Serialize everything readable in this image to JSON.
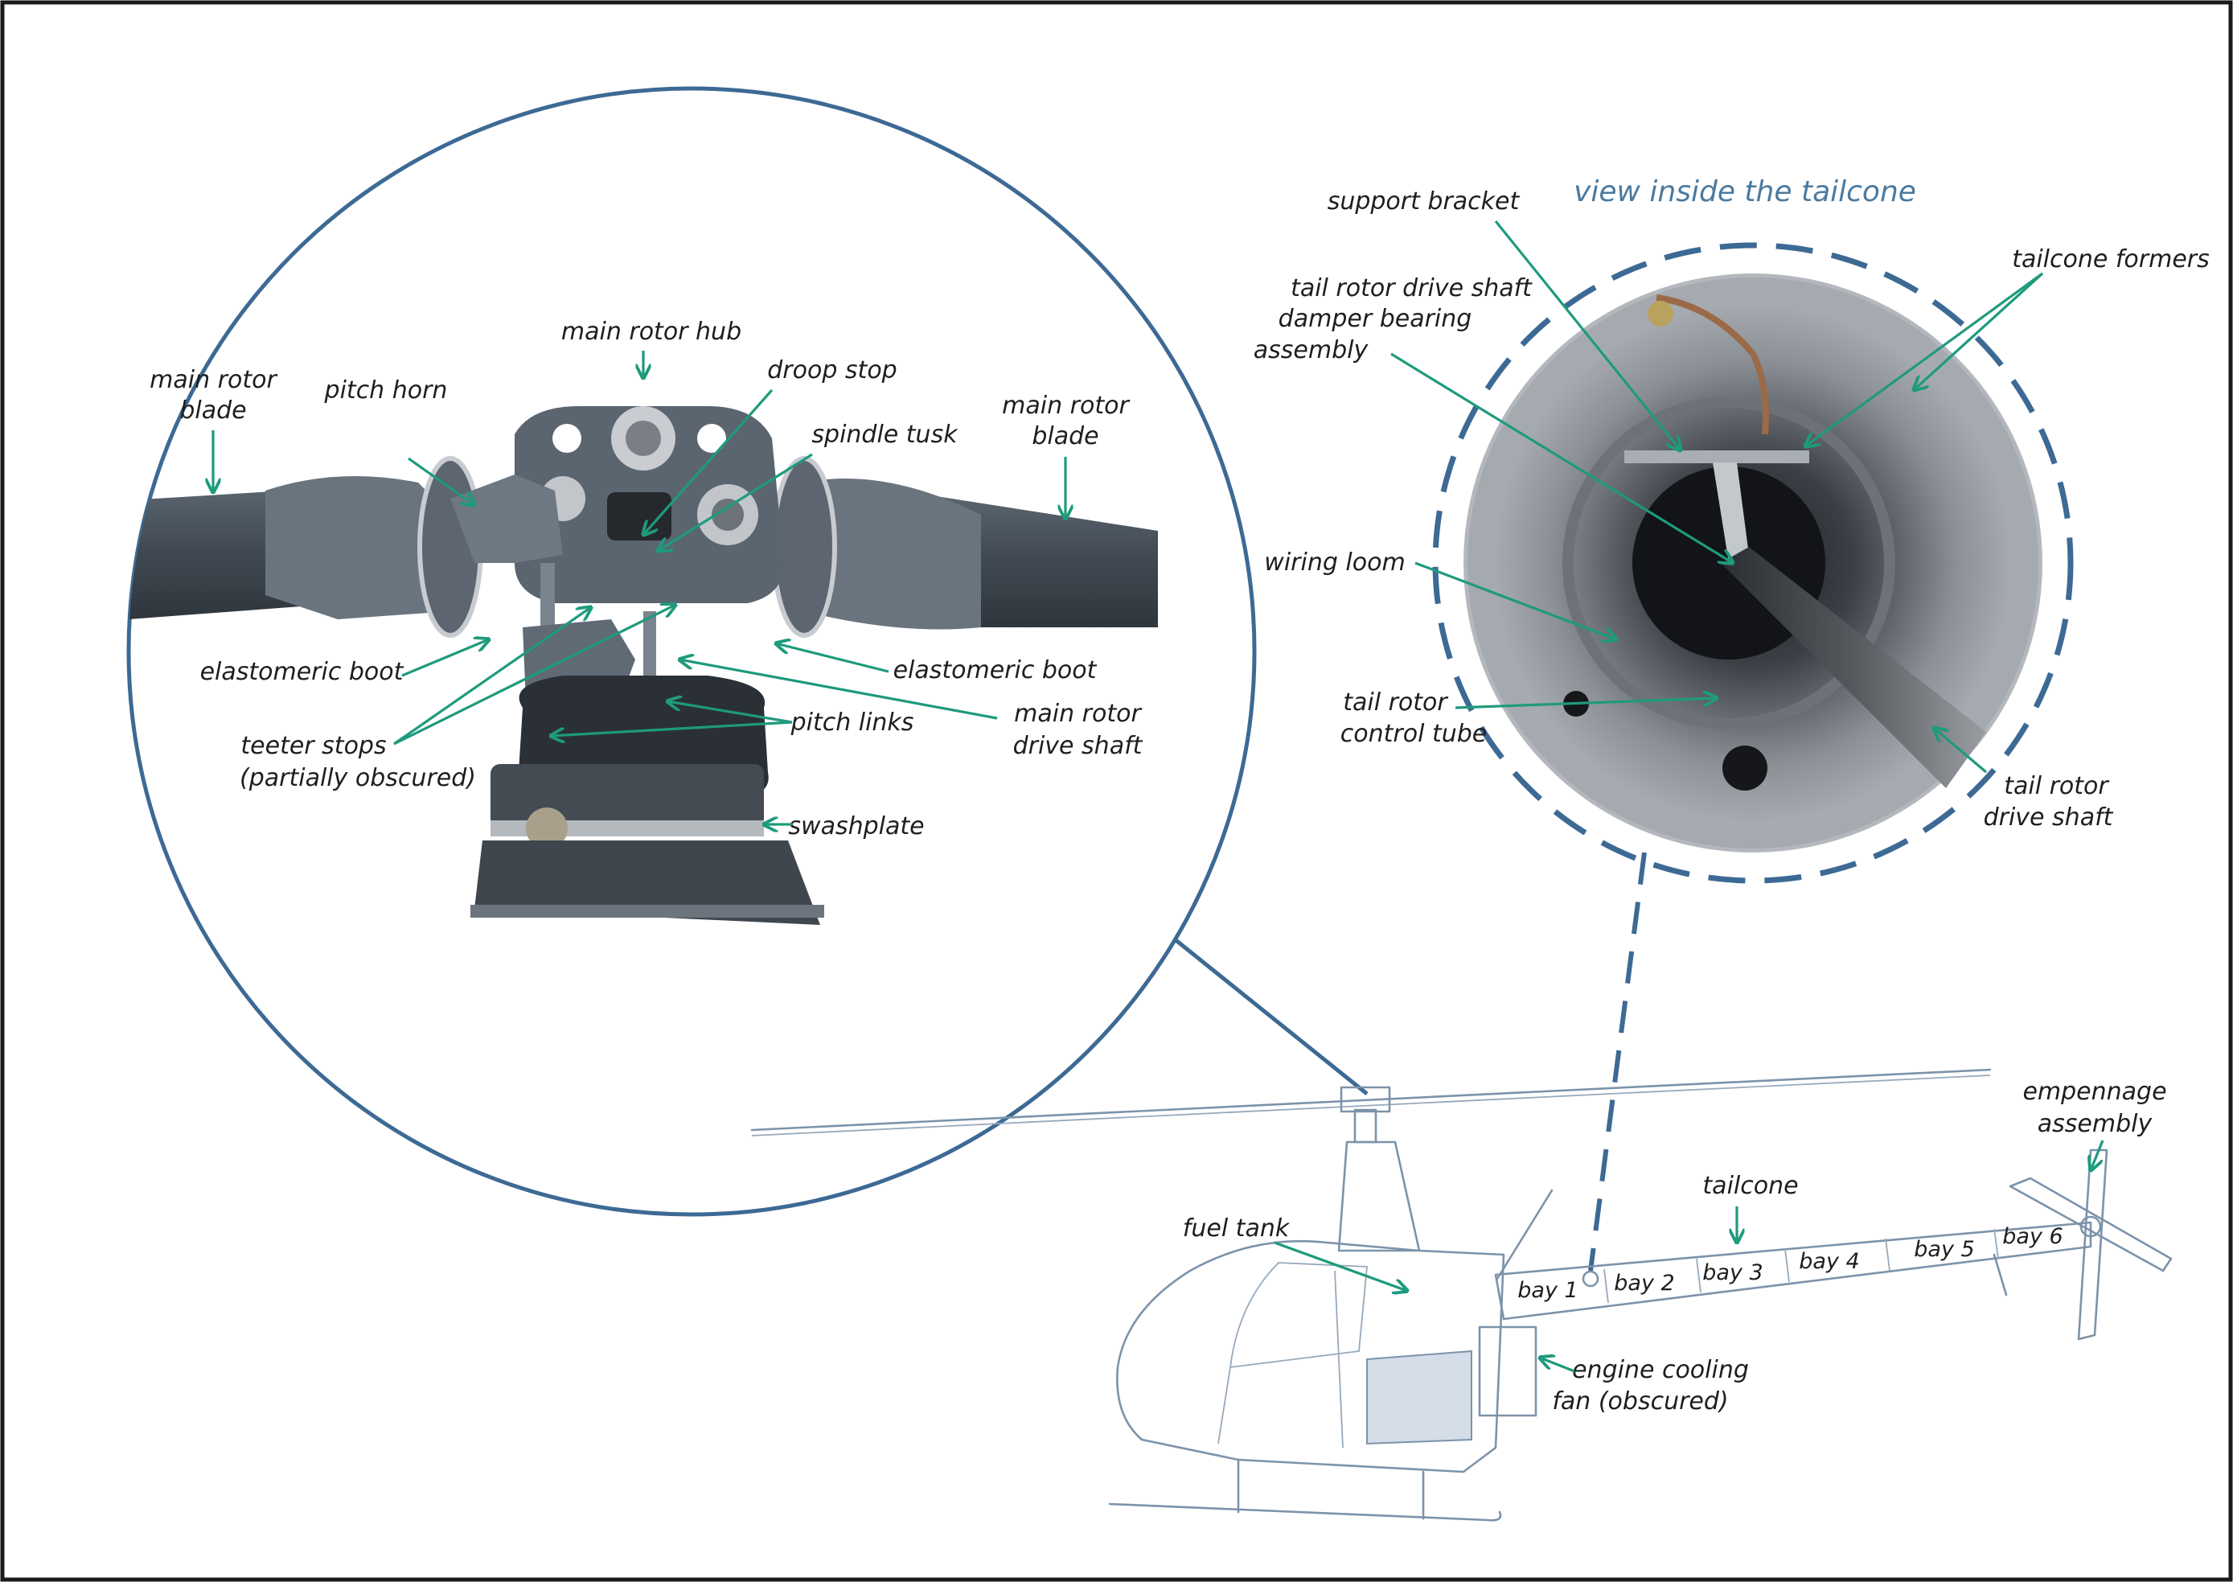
{
  "hub_callout": {
    "labels": {
      "main_rotor_blade_left": [
        "main rotor",
        "blade"
      ],
      "pitch_horn": "pitch horn",
      "main_rotor_hub": "main rotor hub",
      "droop_stop": "droop stop",
      "spindle_tusk": "spindle tusk",
      "main_rotor_blade_right": [
        "main rotor",
        "blade"
      ],
      "elastomeric_boot_left": "elastomeric boot",
      "elastomeric_boot_right": "elastomeric boot",
      "teeter_stops": [
        "teeter stops",
        "(partially obscured)"
      ],
      "pitch_links": "pitch links",
      "main_rotor_drive_shaft": [
        "main rotor",
        "drive shaft"
      ],
      "swashplate": "swashplate"
    }
  },
  "tailcone_view": {
    "title": "view inside the tailcone",
    "labels": {
      "support_bracket": "support bracket",
      "damper_bearing": [
        "tail rotor drive shaft",
        "damper bearing",
        "assembly"
      ],
      "tailcone_formers": "tailcone formers",
      "wiring_loom": "wiring loom",
      "control_tube": [
        "tail rotor",
        "control tube"
      ],
      "tail_drive_shaft": [
        "tail rotor",
        "drive shaft"
      ]
    }
  },
  "helicopter": {
    "labels": {
      "empennage": [
        "empennage",
        "assembly"
      ],
      "tailcone": "tailcone",
      "fuel_tank": "fuel tank",
      "engine_cooling_fan": [
        "engine cooling",
        "fan (obscured)"
      ]
    },
    "bays": [
      "bay 1",
      "bay 2",
      "bay 3",
      "bay 4",
      "bay 5",
      "bay 6"
    ]
  },
  "colors": {
    "callout_circle": "#3d6a94",
    "leader_arrows": "#1e9a7d",
    "helicopter_outline": "#7c93aa",
    "hub_metal": "#5b6570"
  }
}
